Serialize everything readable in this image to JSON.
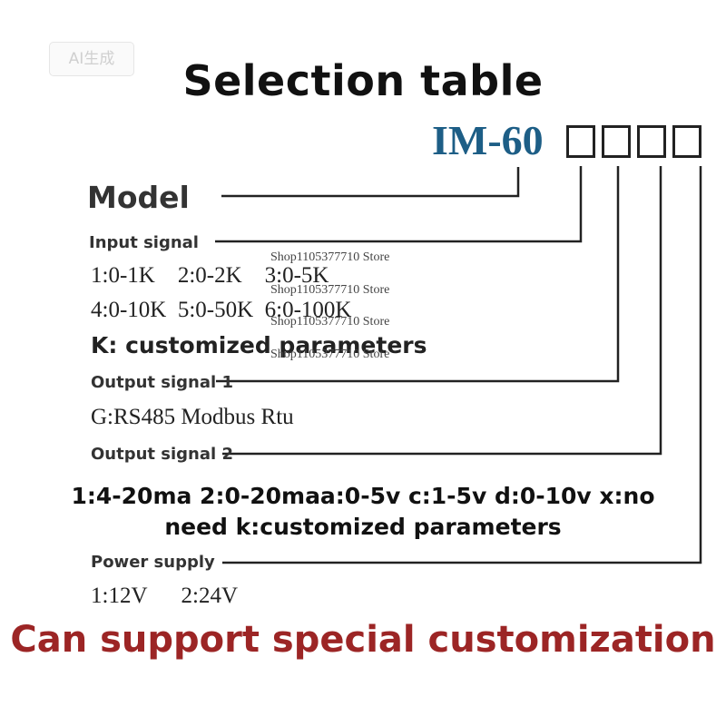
{
  "badge": "AI生成",
  "title": "Selection table",
  "model_code": "IM-60",
  "model_label": "Model",
  "input_signal": {
    "label": "Input signal",
    "rows": [
      "1:0-1K    2:0-2K    3:0-5K",
      "4:0-10K  5:0-50K  6:0-100K"
    ],
    "custom": "K: customized parameters"
  },
  "output_signal_1": {
    "label": "Output signal 1",
    "value": "G:RS485 Modbus Rtu"
  },
  "output_signal_2": {
    "label": "Output signal 2",
    "line1": "1:4-20ma 2:0-20maa:0-5v c:1-5v d:0-10v x:no",
    "line2": "need k:customized parameters"
  },
  "power_supply": {
    "label": "Power supply",
    "value": "1:12V      2:24V"
  },
  "footer": "Can support special customization",
  "watermarks": [
    "Shop1105377710 Store",
    "Shop1105377710 Store",
    "Shop1105377710 Store",
    "Shop1105377710 Store"
  ],
  "colors": {
    "model_code": "#1d5e86",
    "footer": "#9c2525",
    "text": "#222222"
  }
}
